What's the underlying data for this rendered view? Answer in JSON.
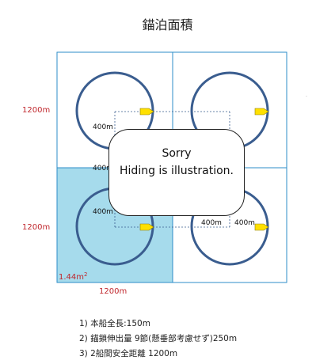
{
  "title": "錨泊面積",
  "labels": {
    "side_left_top": "1200m",
    "side_left_bottom": "1200m",
    "bottom": "1200m",
    "radius_tl": "400m",
    "radius_mid": "400m",
    "radius_bl": "400m",
    "radius_br_left": "400m",
    "radius_br_right": "400m",
    "area": "1.44m",
    "area_sup": "2"
  },
  "overlay": {
    "line1": "Sorry",
    "line2": "Hiding is illustration."
  },
  "notes": [
    "1) 本船全長:150m",
    "2) 錨鎖伸出量 9節(懸垂部考慮せず)250m",
    "3) 2船間安全距離 1200m"
  ],
  "colors": {
    "grid": "#2e8ec9",
    "circle": "#3a5d8f",
    "shaded": "#a6dbec",
    "ship": "#ffe000",
    "label_red": "#c0272d"
  }
}
